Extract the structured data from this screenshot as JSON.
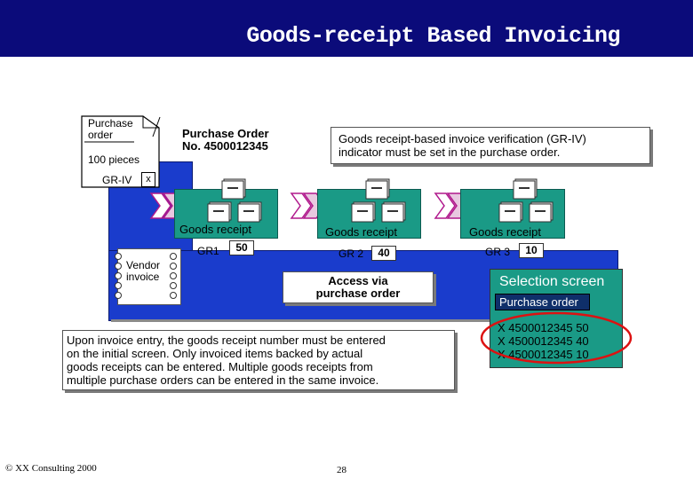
{
  "header": {
    "title": "Goods-receipt Based Invoicing",
    "bg_color": "#0b0b7a"
  },
  "po_doc": {
    "label_line1": "Purchase",
    "label_line2": "order",
    "quantity": "100 pieces",
    "griv_label": "GR-IV",
    "griv_check": "x"
  },
  "po_number": {
    "line1": "Purchase Order",
    "line2": "No. 4500012345"
  },
  "griv_note": {
    "line1": "Goods receipt-based invoice verification (GR-IV)",
    "line2": "indicator must be set in the purchase order."
  },
  "goods_receipts": [
    {
      "label": "Goods receipt",
      "gr_label": "GR1",
      "qty": "50"
    },
    {
      "label": "Goods receipt",
      "gr_label": "GR 2",
      "qty": "40"
    },
    {
      "label": "Goods receipt",
      "gr_label": "GR 3",
      "qty": "10"
    }
  ],
  "vendor_invoice": {
    "line1": "Vendor",
    "line2": "invoice"
  },
  "access_box": {
    "line1": "Access via",
    "line2": "purchase order"
  },
  "instruction": {
    "line1": "Upon invoice entry, the goods receipt number must be entered",
    "line2": "on the initial screen.  Only invoiced items backed by actual",
    "line3": "goods receipts can be entered.  Multiple goods receipts from",
    "line4": "multiple purchase orders can be entered in the same invoice."
  },
  "selection": {
    "title": "Selection screen",
    "subtitle": "Purchase order",
    "rows": [
      "X 4500012345  50",
      "X 4500012345  40",
      "X 4500012345  10"
    ]
  },
  "footer": {
    "copyright": "© XX Consulting 2000",
    "page": "28"
  },
  "colors": {
    "band": "#1a3ccc",
    "green": "#1a9a86",
    "arrow": "#b0188c",
    "highlight_circle": "#dd1111"
  }
}
